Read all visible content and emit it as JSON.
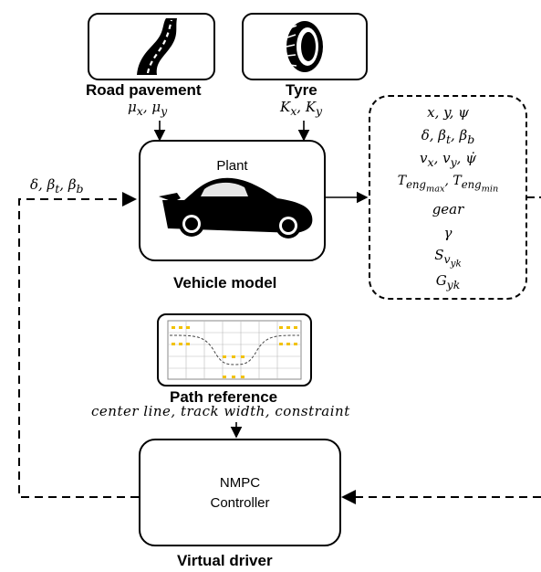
{
  "top_blocks": {
    "road": {
      "label": "Road pavement",
      "params": "μx, μy",
      "icon": "road-icon"
    },
    "tyre": {
      "label": "Tyre",
      "params": "Kx, Ky",
      "icon": "tyre-icon"
    }
  },
  "plant": {
    "title": "Plant",
    "caption": "Vehicle model",
    "icon": "race-car-icon"
  },
  "feedback_inputs": {
    "text": "δ, βt, βb"
  },
  "outputs": {
    "lines": [
      "x, y, ψ",
      "δ, βt, βb",
      "vx, vy, ψ̇",
      "Teng_max, Teng_min",
      "gear",
      "γ",
      "S_v_yk",
      "G_yk"
    ]
  },
  "path_reference": {
    "caption": "Path reference",
    "params": "center line, track width, constraint",
    "icon": "track-plot-icon"
  },
  "controller": {
    "line1": "NMPC",
    "line2": "Controller",
    "caption": "Virtual driver"
  },
  "colors": {
    "stroke": "#000000",
    "track_marker": "#f2c200",
    "grid": "#bbbbbb"
  }
}
